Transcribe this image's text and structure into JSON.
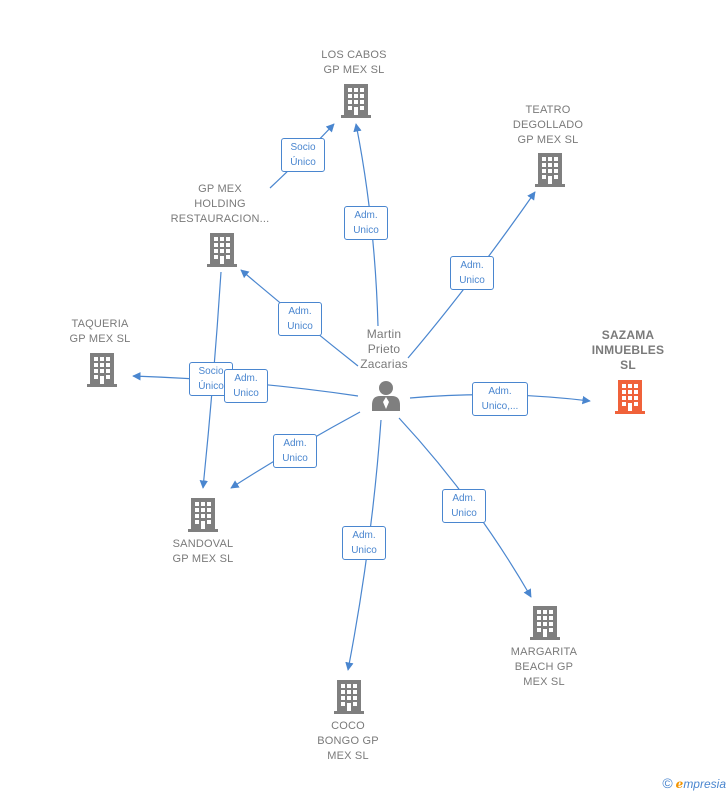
{
  "nodes": {
    "center": {
      "label": "Martin\nPrieto\nZacarias",
      "icon": "person-icon"
    },
    "los_cabos": {
      "label": "LOS CABOS\nGP MEX  SL",
      "icon": "building-icon"
    },
    "teatro": {
      "label": "TEATRO\nDEGOLLADO\nGP MEX  SL",
      "icon": "building-icon"
    },
    "gp_holding": {
      "label": "GP MEX\nHOLDING\nRESTAURACION...",
      "icon": "building-icon"
    },
    "taqueria": {
      "label": "TAQUERIA\nGP MEX  SL",
      "icon": "building-icon"
    },
    "sazama": {
      "label": "SAZAMA\nINMUEBLES\nSL",
      "icon": "building-icon",
      "color": "#f0623a"
    },
    "sandoval": {
      "label": "SANDOVAL\nGP MEX  SL",
      "icon": "building-icon"
    },
    "margarita": {
      "label": "MARGARITA\nBEACH GP\nMEX  SL",
      "icon": "building-icon"
    },
    "coco": {
      "label": "COCO\nBONGO GP\nMEX  SL",
      "icon": "building-icon"
    }
  },
  "edges": {
    "holding_loscabos": "Socio\nÚnico",
    "center_loscabos": "Adm.\nUnico",
    "center_teatro": "Adm.\nUnico",
    "center_holding": "Adm.\nUnico",
    "holding_sandoval": "Socio\nÚnico",
    "center_taqueria": "Adm.\nUnico",
    "center_sazama": "Adm.\nUnico,...",
    "center_sandoval": "Adm.\nUnico",
    "center_margarita": "Adm.\nUnico",
    "center_coco": "Adm.\nUnico"
  },
  "colors": {
    "edge": "#4a86cf",
    "building": "#7f7f7f",
    "focus_building": "#f0623a",
    "person": "#7f7f7f"
  },
  "footer": {
    "copyright": "©",
    "brand_initial": "e",
    "brand_rest": "mpresia"
  }
}
